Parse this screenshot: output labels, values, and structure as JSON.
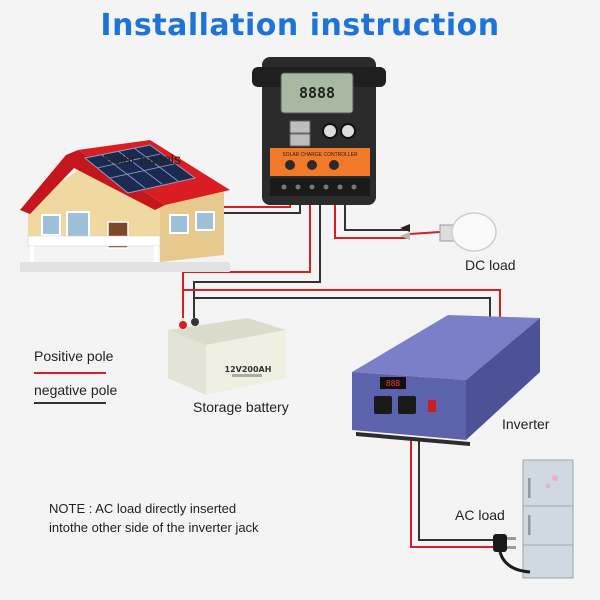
{
  "title": "Installation instruction",
  "labels": {
    "solar_panels": "Solar panels",
    "dc_load": "DC load",
    "positive_pole": "Positive pole",
    "negative_pole": "negative pole",
    "storage_battery": "Storage battery",
    "inverter": "Inverter",
    "ac_load": "AC load"
  },
  "note": {
    "line1": "NOTE : AC load directly inserted",
    "line2": "intothe other side of the inverter jack"
  },
  "controller": {
    "band_text": "SOLAR CHARGE CONTROLLER",
    "lcd_digits": "8888"
  },
  "battery": {
    "model": "12V200AH"
  },
  "inverter_panel": {
    "display": "888"
  },
  "colors": {
    "title": "#1e73d8",
    "positive_wire": "#d62020",
    "negative_wire": "#333333",
    "controller_band": "#f07a2a"
  }
}
